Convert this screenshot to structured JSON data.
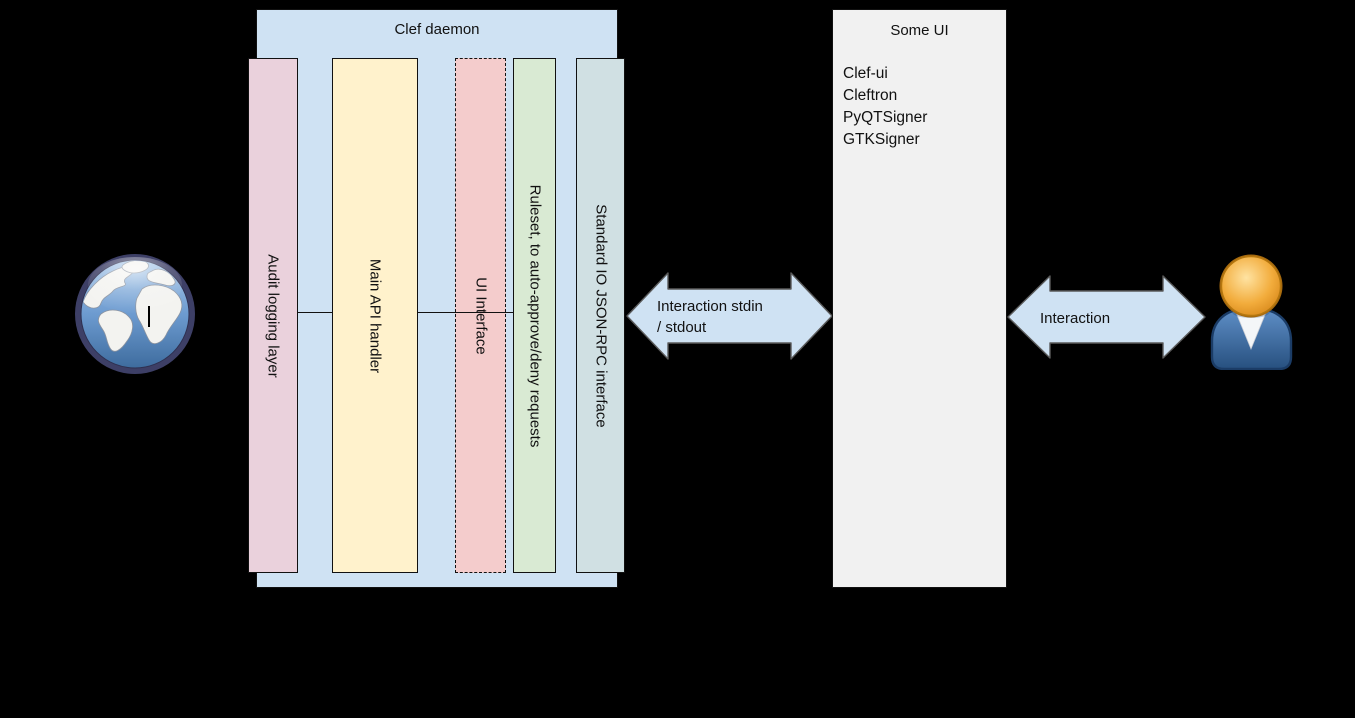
{
  "background_color": "#000000",
  "clef_daemon": {
    "title": "Clef daemon",
    "fill_color": "#cfe2f3",
    "layers": [
      {
        "label": "Audit logging layer",
        "fill_color": "#ead1dc",
        "border_style": "solid"
      },
      {
        "label": "Main API handler",
        "fill_color": "#fff2cc",
        "border_style": "solid"
      },
      {
        "label": "UI Interface",
        "fill_color": "#f4cccc",
        "border_style": "dashed"
      },
      {
        "label": "Ruleset, to auto-approve/deny requests",
        "fill_color": "#d9ead3",
        "border_style": "solid"
      },
      {
        "label": "Standard IO JSON-RPC interface",
        "fill_color": "#d0e0e3",
        "border_style": "solid"
      }
    ]
  },
  "some_ui": {
    "title": "Some UI",
    "fill_color": "#f1f1f1",
    "items": [
      "Clef-ui",
      "Cleftron",
      "PyQTSigner",
      "GTKSigner"
    ]
  },
  "arrows": [
    {
      "label": "Interaction stdin / stdout",
      "line1": "Interaction stdin",
      "line2": "/ stdout",
      "direction": "bidirectional",
      "fill_color": "#cfe2f3",
      "border_color": "#5a5a5a"
    },
    {
      "label": "Interaction",
      "line1": "Interaction",
      "direction": "bidirectional",
      "fill_color": "#cfe2f3",
      "border_color": "#5a5a5a"
    }
  ],
  "icons": {
    "left": "internet-globe",
    "right": "user-person"
  }
}
